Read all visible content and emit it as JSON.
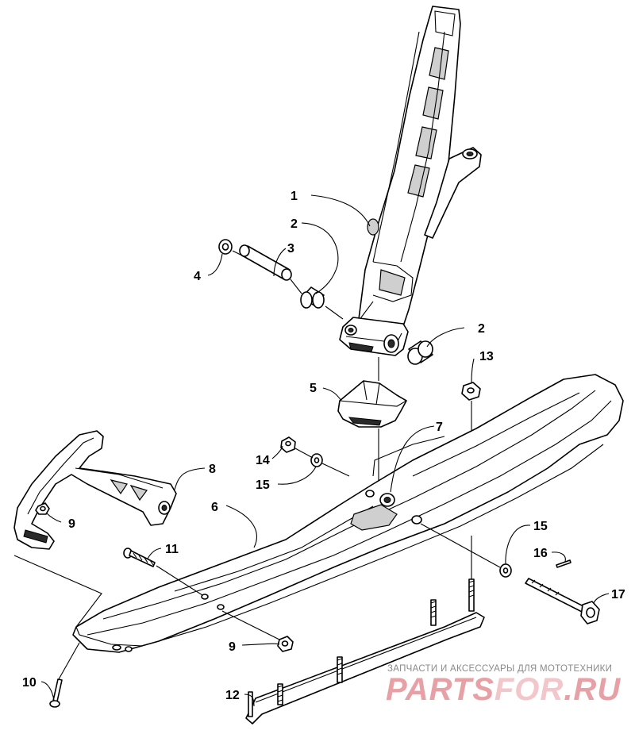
{
  "callouts": [
    {
      "id": "c1",
      "label": "1"
    },
    {
      "id": "c2a",
      "label": "2"
    },
    {
      "id": "c2b",
      "label": "2"
    },
    {
      "id": "c3",
      "label": "3"
    },
    {
      "id": "c4",
      "label": "4"
    },
    {
      "id": "c5",
      "label": "5"
    },
    {
      "id": "c6",
      "label": "6"
    },
    {
      "id": "c7",
      "label": "7"
    },
    {
      "id": "c8",
      "label": "8"
    },
    {
      "id": "c9a",
      "label": "9"
    },
    {
      "id": "c9b",
      "label": "9"
    },
    {
      "id": "c10",
      "label": "10"
    },
    {
      "id": "c11",
      "label": "11"
    },
    {
      "id": "c12",
      "label": "12"
    },
    {
      "id": "c13",
      "label": "13"
    },
    {
      "id": "c14",
      "label": "14"
    },
    {
      "id": "c15a",
      "label": "15"
    },
    {
      "id": "c15b",
      "label": "15"
    },
    {
      "id": "c16",
      "label": "16"
    },
    {
      "id": "c17",
      "label": "17"
    }
  ],
  "watermark": {
    "subtitle": "ЗАПЧАСТИ И АКСЕССУАРЫ ДЛЯ МОТОТЕХНИКИ",
    "brand_part1": "PARTS",
    "brand_part2": "FOR",
    "brand_part3": ".RU",
    "color_primary": "#e7a0a6",
    "color_secondary": "#f2c6ca"
  }
}
